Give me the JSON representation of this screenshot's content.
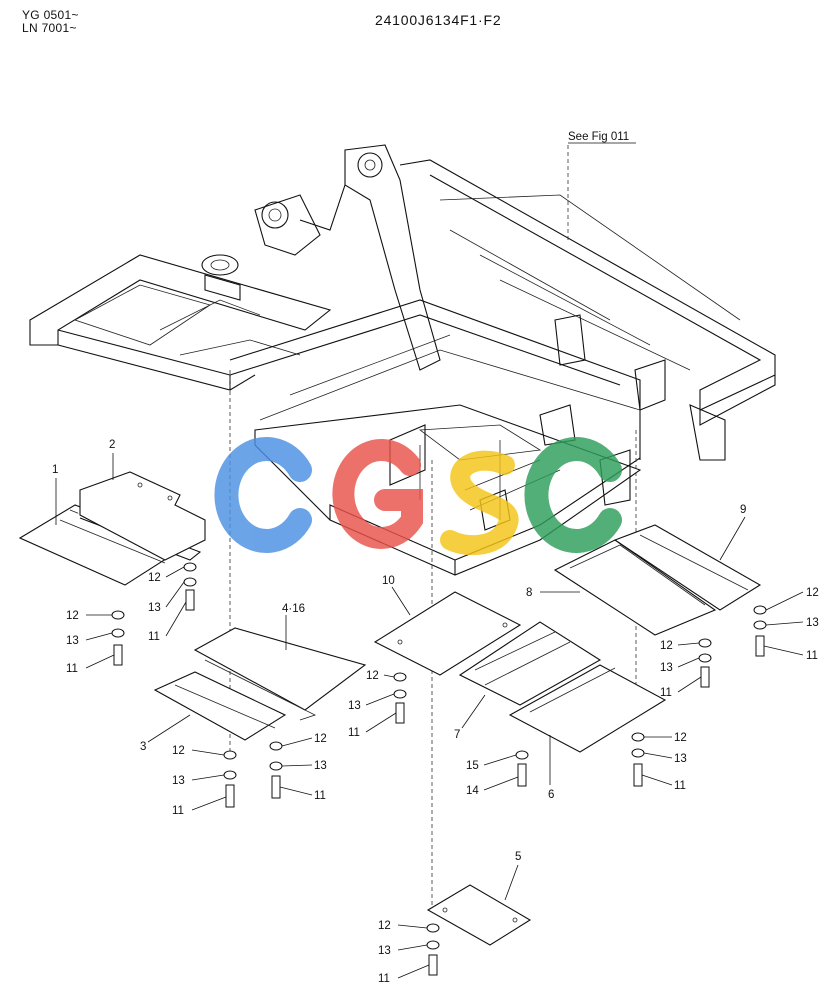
{
  "header": {
    "serial_line1": "YG 0501~",
    "serial_line2": "LN 7001~",
    "drawing_number": "24100J6134F1·F2"
  },
  "reference": {
    "see_fig": "See Fig 011"
  },
  "watermark": {
    "letters": [
      "C",
      "G",
      "S",
      "C"
    ],
    "colors": [
      "#4a90e2",
      "#e8524a",
      "#f5c518",
      "#2e9e5b"
    ]
  },
  "callouts": {
    "c1": "1",
    "c2": "2",
    "c3": "3",
    "c4": "4·16",
    "c5": "5",
    "c6": "6",
    "c7": "7",
    "c8": "8",
    "c9": "9",
    "c10": "10",
    "c11": "11",
    "c12": "12",
    "c13": "13",
    "c14": "14",
    "c15": "15"
  }
}
